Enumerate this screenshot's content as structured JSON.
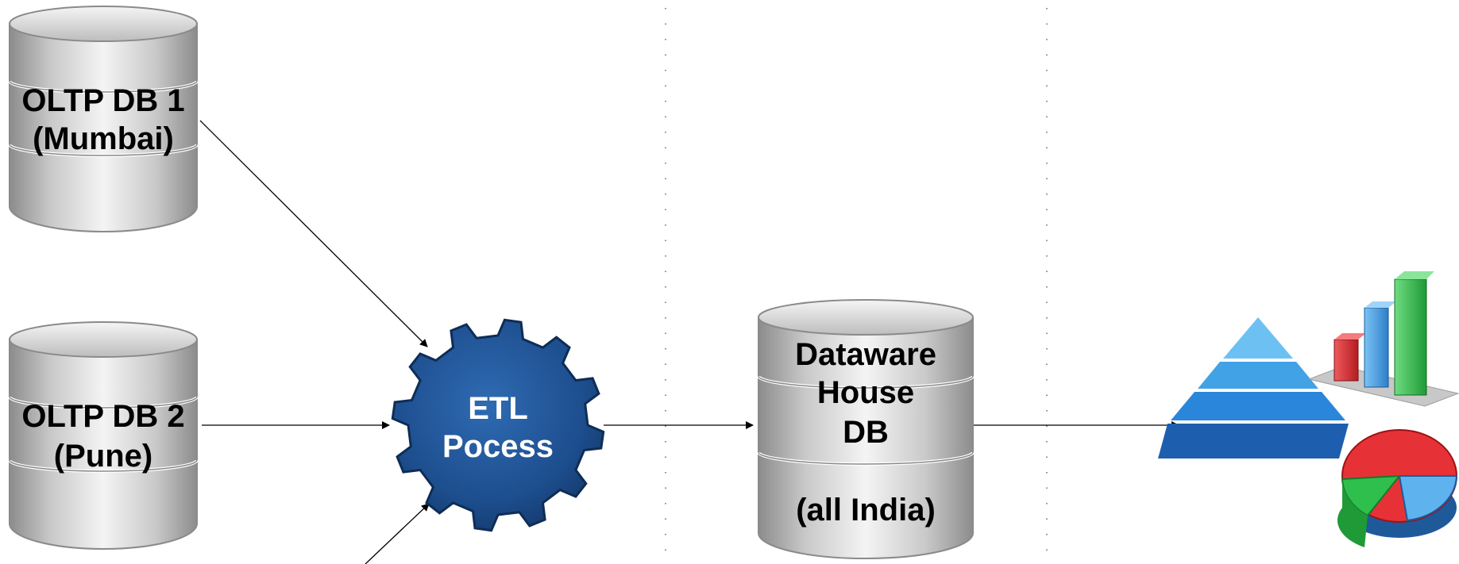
{
  "nodes": {
    "oltp_db_1": {
      "line1": "OLTP DB 1",
      "line2": "(Mumbai)"
    },
    "oltp_db_2": {
      "line1": "OLTP DB 2",
      "line2": "(Pune)"
    },
    "etl": {
      "line1": "ETL",
      "line2": "Pocess"
    },
    "warehouse": {
      "line1": "Dataware",
      "line2": "House",
      "line3": "DB",
      "line4": "(all India)"
    }
  },
  "icons": {
    "source_db_1": "database-icon",
    "source_db_2": "database-icon",
    "etl": "gear-icon",
    "warehouse": "database-icon",
    "report_pyramid": "pyramid-icon",
    "report_bar": "bar-chart-icon",
    "report_pie": "pie-chart-icon"
  },
  "colors": {
    "gear": "#1c4f8f",
    "cylinder": "#c8c8c8",
    "bar_red": "#d9262a",
    "bar_blue": "#3d9be0",
    "bar_green": "#2fb84a",
    "pyramid": "#2b7fd0"
  }
}
